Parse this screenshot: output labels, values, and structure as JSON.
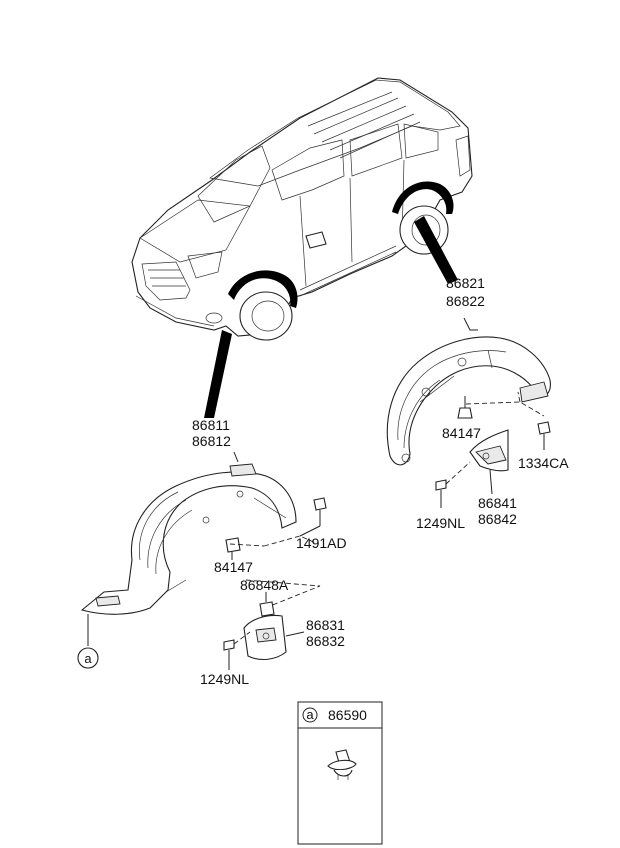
{
  "labels": {
    "front_liner": [
      "86811",
      "86812"
    ],
    "rear_liner": [
      "86821",
      "86822"
    ],
    "front_clip": "84147",
    "rear_clip": "84147",
    "front_screw_bolt": "1491AD",
    "front_mudguard_bracket": "86848A",
    "front_mudguard": [
      "86831",
      "86832"
    ],
    "front_screw": "1249NL",
    "rear_nut": "1334CA",
    "rear_mudguard": [
      "86841",
      "86842"
    ],
    "rear_screw": "1249NL",
    "callout_ref": "a"
  },
  "inset": {
    "ref": "a",
    "part_no": "86590"
  },
  "icons": [
    "car-outline",
    "front-wheel-liner",
    "rear-wheel-liner",
    "mudguard",
    "clip",
    "screw",
    "push-pin-clip"
  ]
}
